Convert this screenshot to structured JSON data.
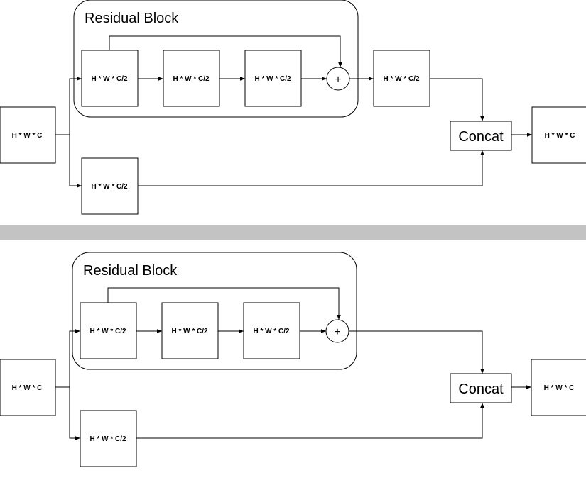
{
  "colors": {
    "separator": "#c3c3c3",
    "stroke": "#000000",
    "background": "#ffffff"
  },
  "top": {
    "residual_title": "Residual Block",
    "input_label": "H * W * C",
    "res1_label": "H * W * C/2",
    "res2_label": "H * W * C/2",
    "res3_label": "H * W * C/2",
    "add_symbol": "+",
    "post_add_label": "H * W * C/2",
    "bypass_label": "H * W * C/2",
    "concat_label": "Concat",
    "output_label": "H * W * C"
  },
  "bottom": {
    "residual_title": "Residual Block",
    "input_label": "H * W * C",
    "res1_label": "H * W * C/2",
    "res2_label": "H * W * C/2",
    "res3_label": "H * W * C/2",
    "add_symbol": "+",
    "bypass_label": "H * W * C/2",
    "concat_label": "Concat",
    "output_label": "H * W * C"
  }
}
